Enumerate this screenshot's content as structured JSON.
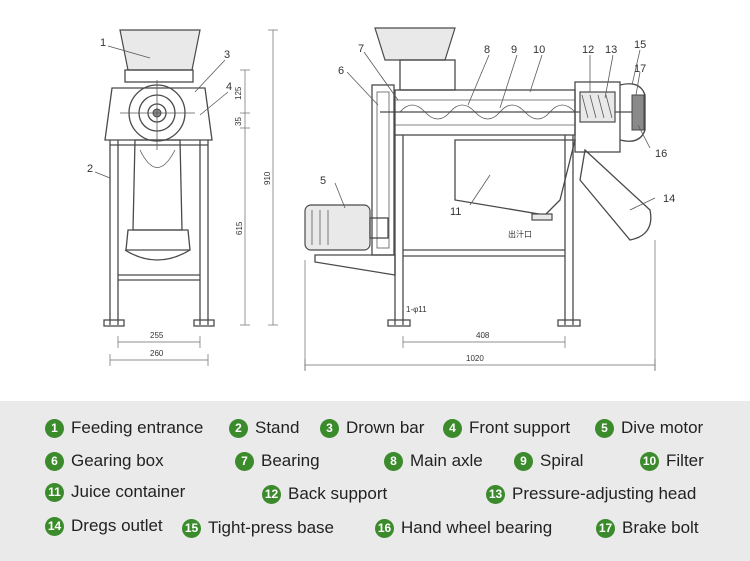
{
  "drawing": {
    "part_numbers": [
      "1",
      "2",
      "3",
      "4",
      "5",
      "6",
      "7",
      "8",
      "9",
      "10",
      "11",
      "12",
      "13",
      "14",
      "15",
      "16",
      "17"
    ],
    "dimensions": {
      "d125": "125",
      "d35": "35",
      "d910": "910",
      "d615": "615",
      "d255": "255",
      "d260": "260",
      "d408": "408",
      "d1020": "1020",
      "d_phi11": "1-φ11",
      "outlet_note": "出汁口"
    }
  },
  "legend": {
    "items": [
      {
        "num": "1",
        "label": "Feeding entrance"
      },
      {
        "num": "2",
        "label": "Stand"
      },
      {
        "num": "3",
        "label": "Drown bar"
      },
      {
        "num": "4",
        "label": "Front support"
      },
      {
        "num": "5",
        "label": "Dive motor"
      },
      {
        "num": "6",
        "label": "Gearing box"
      },
      {
        "num": "7",
        "label": "Bearing"
      },
      {
        "num": "8",
        "label": "Main axle"
      },
      {
        "num": "9",
        "label": "Spiral"
      },
      {
        "num": "10",
        "label": "Filter"
      },
      {
        "num": "11",
        "label": "Juice container"
      },
      {
        "num": "12",
        "label": "Back support"
      },
      {
        "num": "13",
        "label": "Pressure-adjusting head"
      },
      {
        "num": "14",
        "label": "Dregs outlet"
      },
      {
        "num": "15",
        "label": "Tight-press base"
      },
      {
        "num": "16",
        "label": "Hand wheel bearing"
      },
      {
        "num": "17",
        "label": "Brake bolt"
      }
    ],
    "badge_color": "#3b8b2c",
    "background": "#eaeaea"
  }
}
